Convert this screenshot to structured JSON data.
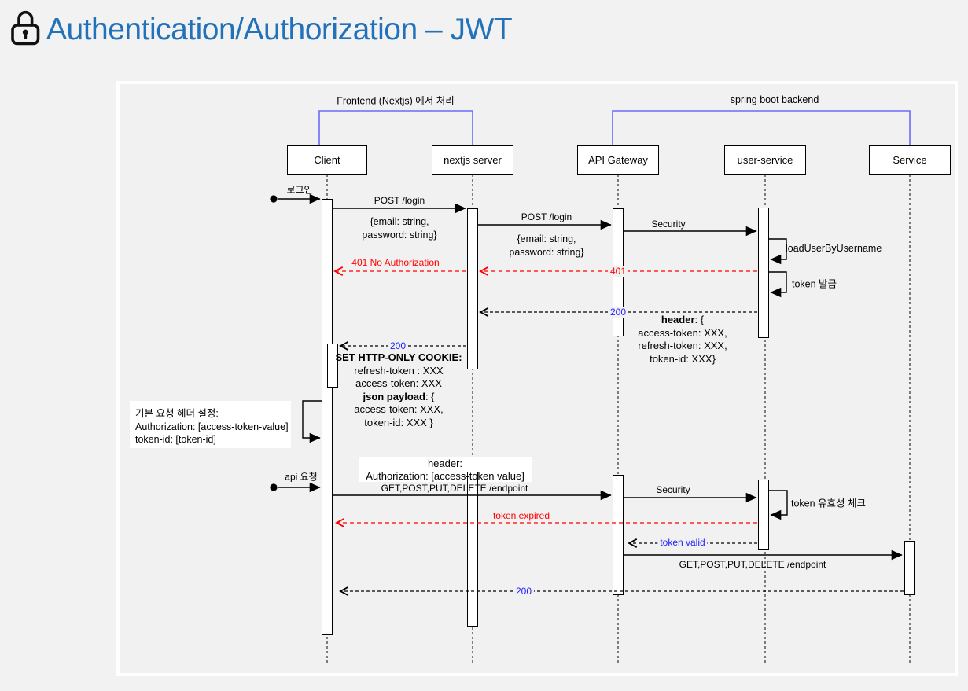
{
  "header": {
    "title": "Authentication/Authorization – JWT"
  },
  "colors": {
    "title_blue": "#2272b9",
    "frame_bracket_blue": "#6b6bfb",
    "error_red": "#ff0000",
    "status_blue": "#2222ff"
  },
  "frames": [
    {
      "label": "Frontend (Nextjs) 에서 처리"
    },
    {
      "label": "spring boot backend"
    }
  ],
  "lifelines": [
    {
      "label": "Client"
    },
    {
      "label": "nextjs server"
    },
    {
      "label": "API Gateway"
    },
    {
      "label": "user-service"
    },
    {
      "label": "Service"
    }
  ],
  "messages": {
    "login_trigger": "로그인",
    "post_login": "POST /login",
    "login_body_l1": "{email: string,",
    "login_body_l2": "password: string}",
    "security": "Security",
    "load_user_by_username": "loadUserByUsername",
    "token_issue": "token 발급",
    "status_401": "401",
    "status_401_no_auth": "401 No Authorization",
    "status_200": "200",
    "api_trigger": "api 요청",
    "get_endpoint": "GET,POST,PUT,DELETE /endpoint",
    "token_check": "token 유효성 체크",
    "token_expired": "token expired",
    "token_valid": "token valid"
  },
  "notes": {
    "response_header": {
      "bold": "header",
      "rest": ": {",
      "l2": "access-token: XXX,",
      "l3": "refresh-token: XXX,",
      "l4": "token-id: XXX}"
    },
    "cookie": {
      "title": "SET HTTP-ONLY COOKIE:",
      "l2": "refresh-token : XXX",
      "l3": "access-token: XXX",
      "l4_bold": "json payload",
      "l4_rest": ": {",
      "l5": "access-token: XXX,",
      "l6": "token-id: XXX }"
    },
    "default_header": {
      "l1": "기본 요청 헤더 설정:",
      "l2": "Authorization:  [access-token-value]",
      "l3": "token-id: [token-id]"
    },
    "request_header": {
      "l1": "header:",
      "l2": "Authorization: [access-token value]"
    }
  }
}
